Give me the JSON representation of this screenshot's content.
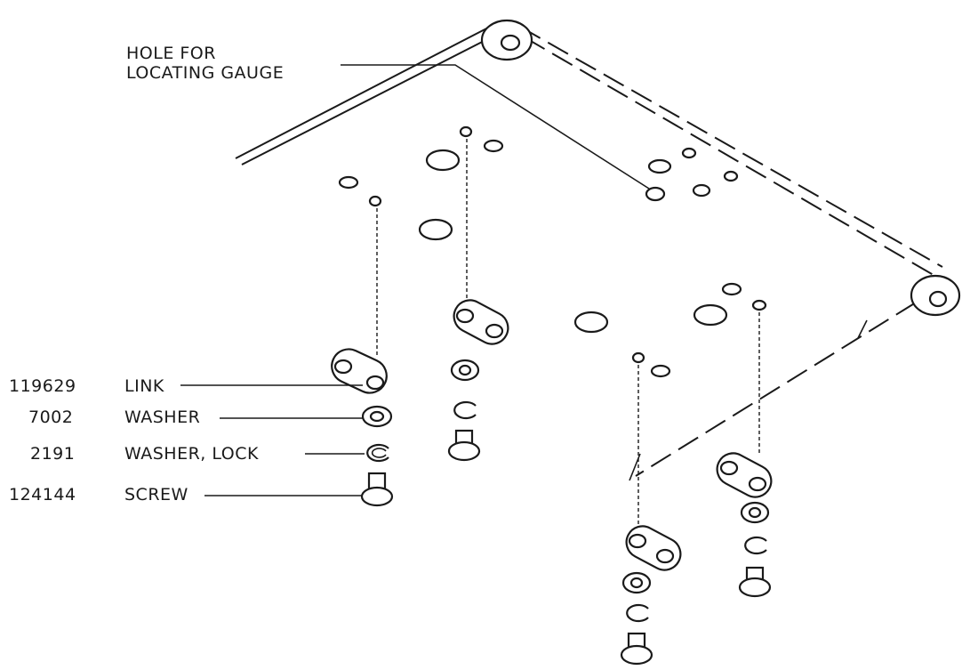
{
  "callout": {
    "hole_line1": "HOLE FOR",
    "hole_line2": "LOCATING GAUGE"
  },
  "parts_list": [
    {
      "number": "119629",
      "name": "LINK"
    },
    {
      "number": "7002",
      "name": "WASHER"
    },
    {
      "number": "2191",
      "name": "WASHER, LOCK"
    },
    {
      "number": "124144",
      "name": "SCREW"
    }
  ],
  "colors": {
    "ink": "#1a1a1a",
    "paper": "#ffffff"
  }
}
